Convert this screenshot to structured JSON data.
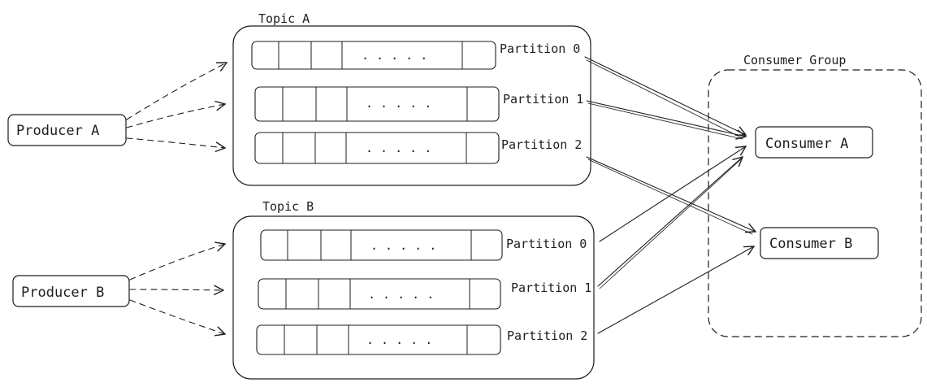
{
  "topics": [
    {
      "label": "Topic A",
      "partitions": [
        "Partition 0",
        "Partition 1",
        "Partition 2"
      ]
    },
    {
      "label": "Topic B",
      "partitions": [
        "Partition 0",
        "Partition 1",
        "Partition 2"
      ]
    }
  ],
  "producers": [
    "Producer A",
    "Producer B"
  ],
  "consumer_group": {
    "label": "Consumer Group",
    "consumers": [
      "Consumer A",
      "Consumer B"
    ]
  },
  "queue_ellipsis": ". . . . .",
  "colors": {
    "ink": "#1e1e1e",
    "background": "#ffffff"
  }
}
